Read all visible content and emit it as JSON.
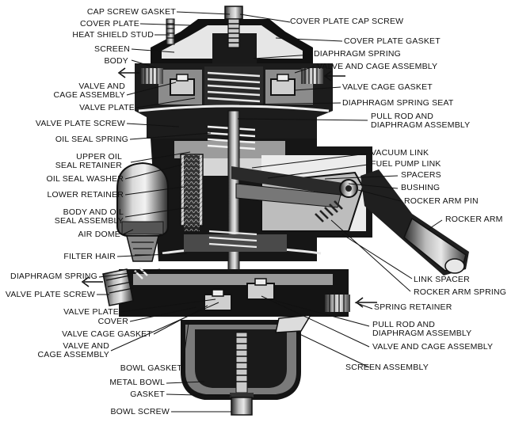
{
  "colors": {
    "ink": "#111111",
    "paper": "#ffffff",
    "metal_light": "#d8d8d8",
    "metal_mid": "#9a9a9a",
    "metal_dark": "#3c3c3c"
  },
  "labels": {
    "cap_screw_gasket": "CAP SCREW GASKET",
    "cover_plate_cap_screw": "COVER PLATE CAP SCREW",
    "cover_plate": "COVER PLATE",
    "heat_shield_stud": "HEAT SHIELD STUD",
    "cover_plate_gasket": "COVER PLATE GASKET",
    "screen_top": "SCREEN",
    "diaphragm_spring_top": "DIAPHRAGM SPRING",
    "body": "BODY",
    "valve_and_cage_assembly_top_right": "VALVE AND CAGE ASSEMBLY",
    "valve_and_cage_assembly_top_left": "VALVE AND\nCAGE ASSEMBLY",
    "valve_cage_gasket_top": "VALVE CAGE GASKET",
    "valve_plate_top": "VALVE PLATE",
    "diaphragm_spring_seat": "DIAPHRAGM SPRING SEAT",
    "valve_plate_screw_top": "VALVE PLATE SCREW",
    "pull_rod_top": "PULL ROD AND\nDIAPHRAGM ASSEMBLY",
    "oil_seal_spring": "OIL SEAL SPRING",
    "upper_oil_seal_retainer": "UPPER OIL\nSEAL RETAINER",
    "vacuum_link": "VACUUM LINK",
    "fuel_pump_link": "FUEL PUMP LINK",
    "oil_seal_washer": "OIL SEAL WASHER",
    "spacers": "SPACERS",
    "bushing": "BUSHING",
    "lower_retainer": "LOWER RETAINER",
    "rocker_arm_pin": "ROCKER ARM PIN",
    "body_and_oil_seal": "BODY AND OIL\nSEAL ASSEMBLY",
    "rocker_arm": "ROCKER ARM",
    "air_dome": "AIR DOME",
    "filter_hair": "FILTER HAIR",
    "diaphragm_spring_left": "DIAPHRAGM SPRING",
    "link_spacer": "LINK SPACER",
    "rocker_arm_spring": "ROCKER ARM SPRING",
    "valve_plate_screw_bottom": "VALVE PLATE SCREW",
    "spring_retainer": "SPRING RETAINER",
    "valve_plate_bottom": "VALVE PLATE",
    "cover": "COVER",
    "pull_rod_bottom": "PULL ROD AND\nDIAPHRAGM ASSEMBLY",
    "valve_cage_gasket_bottom": "VALVE CAGE GASKET",
    "valve_and_cage_assembly_bottom_right": "VALVE AND CAGE ASSEMBLY",
    "valve_and_cage_assembly_bottom_left": "VALVE AND\nCAGE ASSEMBLY",
    "bowl_gasket": "BOWL GASKET",
    "screen_assembly": "SCREEN ASSEMBLY",
    "metal_bowl": "METAL BOWL",
    "gasket": "GASKET",
    "bowl_screw": "BOWL SCREW"
  }
}
